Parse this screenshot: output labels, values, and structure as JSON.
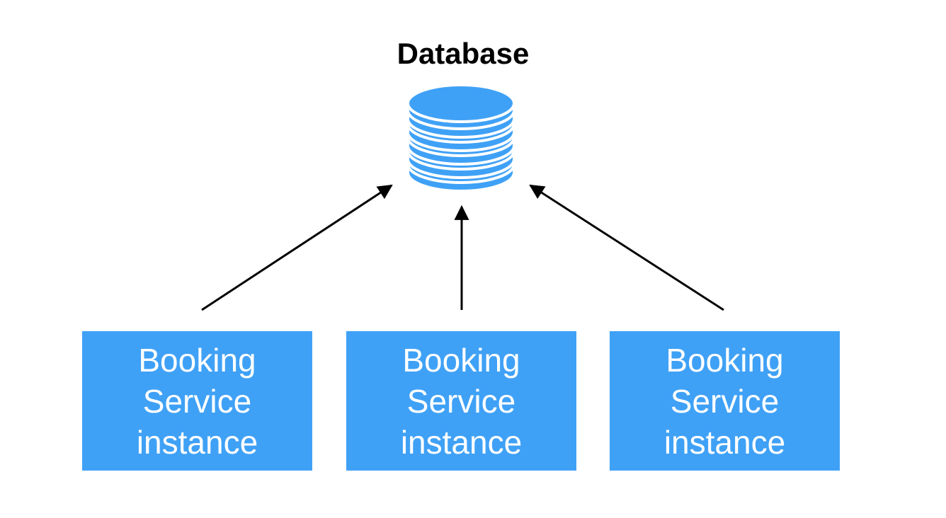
{
  "database": {
    "title": "Database",
    "icon": "database-icon",
    "color": "#3fa1f6"
  },
  "services": [
    {
      "lines": [
        "Booking",
        "Service",
        "instance"
      ]
    },
    {
      "lines": [
        "Booking",
        "Service",
        "instance"
      ]
    },
    {
      "lines": [
        "Booking",
        "Service",
        "instance"
      ]
    }
  ],
  "colors": {
    "box": "#3fa1f6",
    "box_text": "#ffffff",
    "arrow": "#000000",
    "title": "#000000"
  }
}
